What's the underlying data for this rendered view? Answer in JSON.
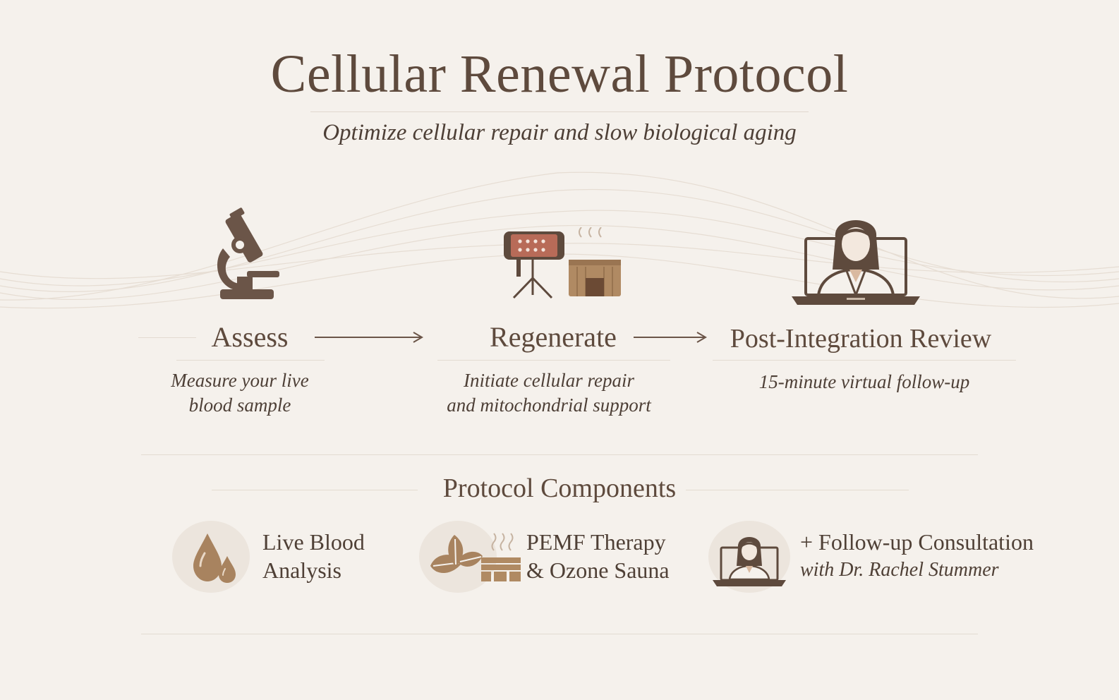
{
  "header": {
    "title": "Cellular Renewal Protocol",
    "subtitle": "Optimize cellular repair and slow biological aging"
  },
  "steps": [
    {
      "title": "Assess",
      "description_lines": [
        "Measure your live",
        "blood sample"
      ],
      "icon": "microscope-icon"
    },
    {
      "title": "Regenerate",
      "description_lines": [
        "Initiate cellular repair",
        "and mitochondrial support"
      ],
      "icon": "pemf-sauna-icon"
    },
    {
      "title": "Post-Integration Review",
      "description_lines": [
        "15-minute virtual follow-up"
      ],
      "icon": "virtual-doctor-icon"
    }
  ],
  "components": {
    "title": "Protocol Components",
    "items": [
      {
        "lines": [
          "Live Blood",
          "Analysis"
        ],
        "icon": "blood-drops-icon"
      },
      {
        "lines": [
          "PEMF Therapy",
          "& Ozone Sauna"
        ],
        "icon": "leaves-sauna-icon"
      },
      {
        "lines": [
          "+ Follow-up Consultation",
          "with Dr. Rachel Stummer"
        ],
        "icon": "doctor-laptop-icon"
      }
    ]
  },
  "colors": {
    "background": "#f5f1ec",
    "text_dark": "#5e4a3d",
    "icon_brown": "#6b5548",
    "accent_terracotta": "#b86b58",
    "accent_tan": "#b08a63"
  }
}
